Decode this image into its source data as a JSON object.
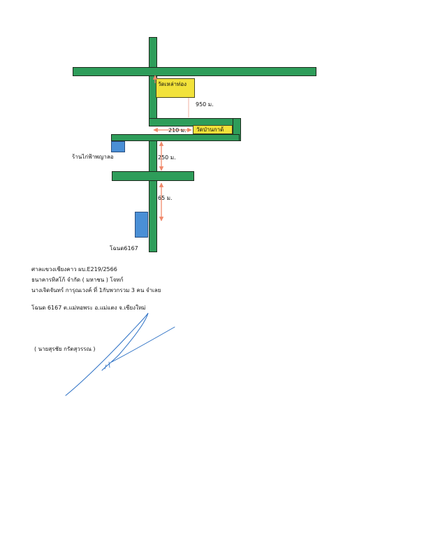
{
  "map": {
    "labels": {
      "temple_top": "วัดเหล่าท่อง",
      "temple_right": "วัดป่านกาด้",
      "shop": "ร้านไก่ฟ้าพญาลอ",
      "deed_marker": "โฉนด6167"
    },
    "distances": {
      "d950": "950 ม.",
      "d210": "210 ม.",
      "d250": "250 ม.",
      "d65": "65 ม."
    },
    "colors": {
      "road": "#2e9d5a",
      "temple": "#f2e23a",
      "plot": "#4a8fd6",
      "arrow": "#f0886a",
      "signature": "#2a6fc4"
    }
  },
  "document": {
    "line1": "ศาลแขวงเชียงคาว ผบ.E219/2566",
    "line2": "ธนาคารทิสโก้ จำกัด ( มหาชน )   โจทก์",
    "line3": "นางเจิดจันทร์ การุณเวงค์ ที่ 1กับพวกรวม 3 คน  จำเลย",
    "line4": "โฉนด 6167 ต.แม่หอพระ อ.แม่แตง จ.เชียงใหม่",
    "signer": "( นายสุรชัย  กรัตสุวรรณ  )"
  }
}
